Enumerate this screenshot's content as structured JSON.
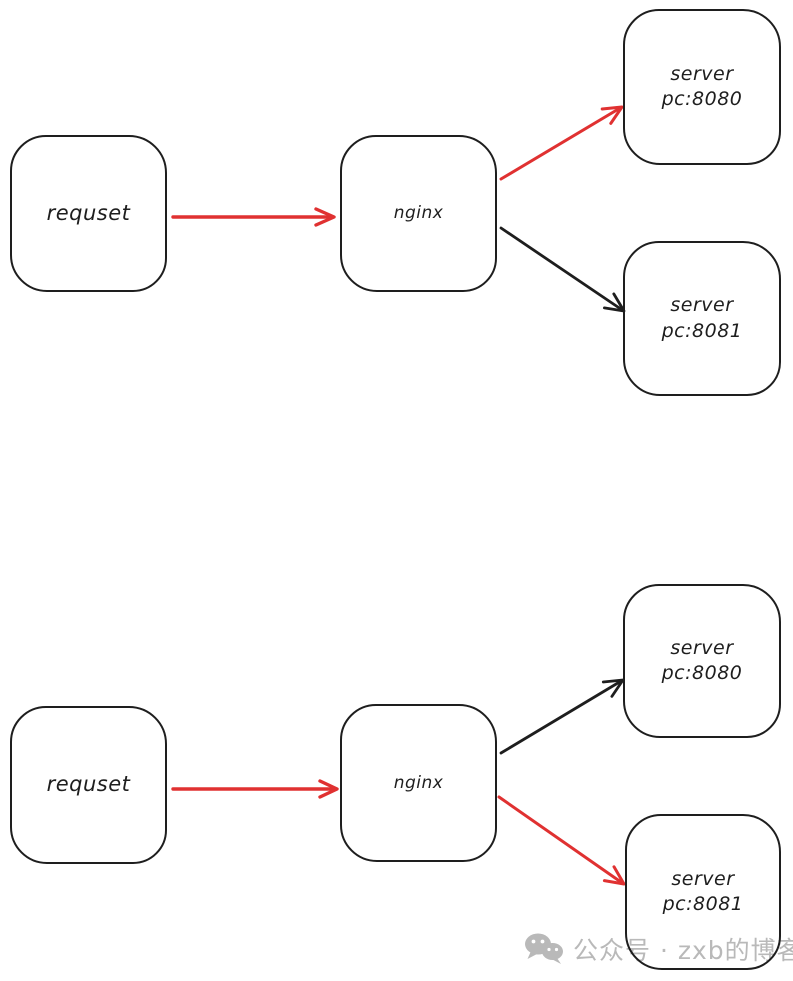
{
  "colors": {
    "ink": "#1e1e1e",
    "red": "#e03131",
    "background": "#ffffff",
    "watermark_gray": "#b9b9b9"
  },
  "diagrams": [
    {
      "nodes": {
        "request": {
          "label": "requset"
        },
        "nginx": {
          "label": "nginx"
        },
        "server_8080": {
          "label": "server\npc:8080"
        },
        "server_8081": {
          "label": "server\npc:8081"
        }
      },
      "edges": [
        {
          "from": "requset",
          "to": "nginx",
          "stroke": "#e03131"
        },
        {
          "from": "nginx",
          "to": "server pc:8080",
          "stroke": "#e03131"
        },
        {
          "from": "nginx",
          "to": "server pc:8081",
          "stroke": "#1e1e1e"
        }
      ]
    },
    {
      "nodes": {
        "request": {
          "label": "requset"
        },
        "nginx": {
          "label": "nginx"
        },
        "server_8080": {
          "label": "server\npc:8080"
        },
        "server_8081": {
          "label": "server\npc:8081"
        }
      },
      "edges": [
        {
          "from": "requset",
          "to": "nginx",
          "stroke": "#e03131"
        },
        {
          "from": "nginx",
          "to": "server pc:8080",
          "stroke": "#1e1e1e"
        },
        {
          "from": "nginx",
          "to": "server pc:8081",
          "stroke": "#e03131"
        }
      ]
    }
  ],
  "watermark": {
    "icon": "wechat-icon",
    "text": "公众号 · zxb的博客"
  }
}
